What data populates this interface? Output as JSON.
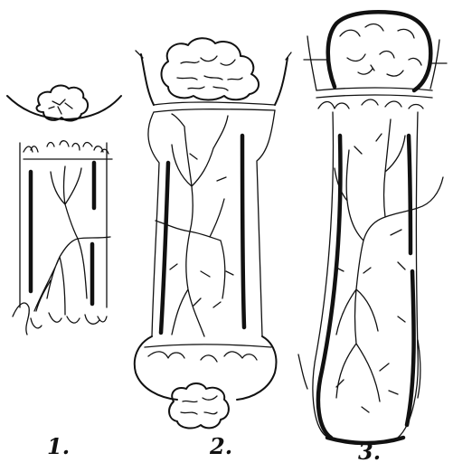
{
  "figures": [
    {
      "label": "1."
    },
    {
      "label": "2."
    },
    {
      "label": "3."
    }
  ]
}
